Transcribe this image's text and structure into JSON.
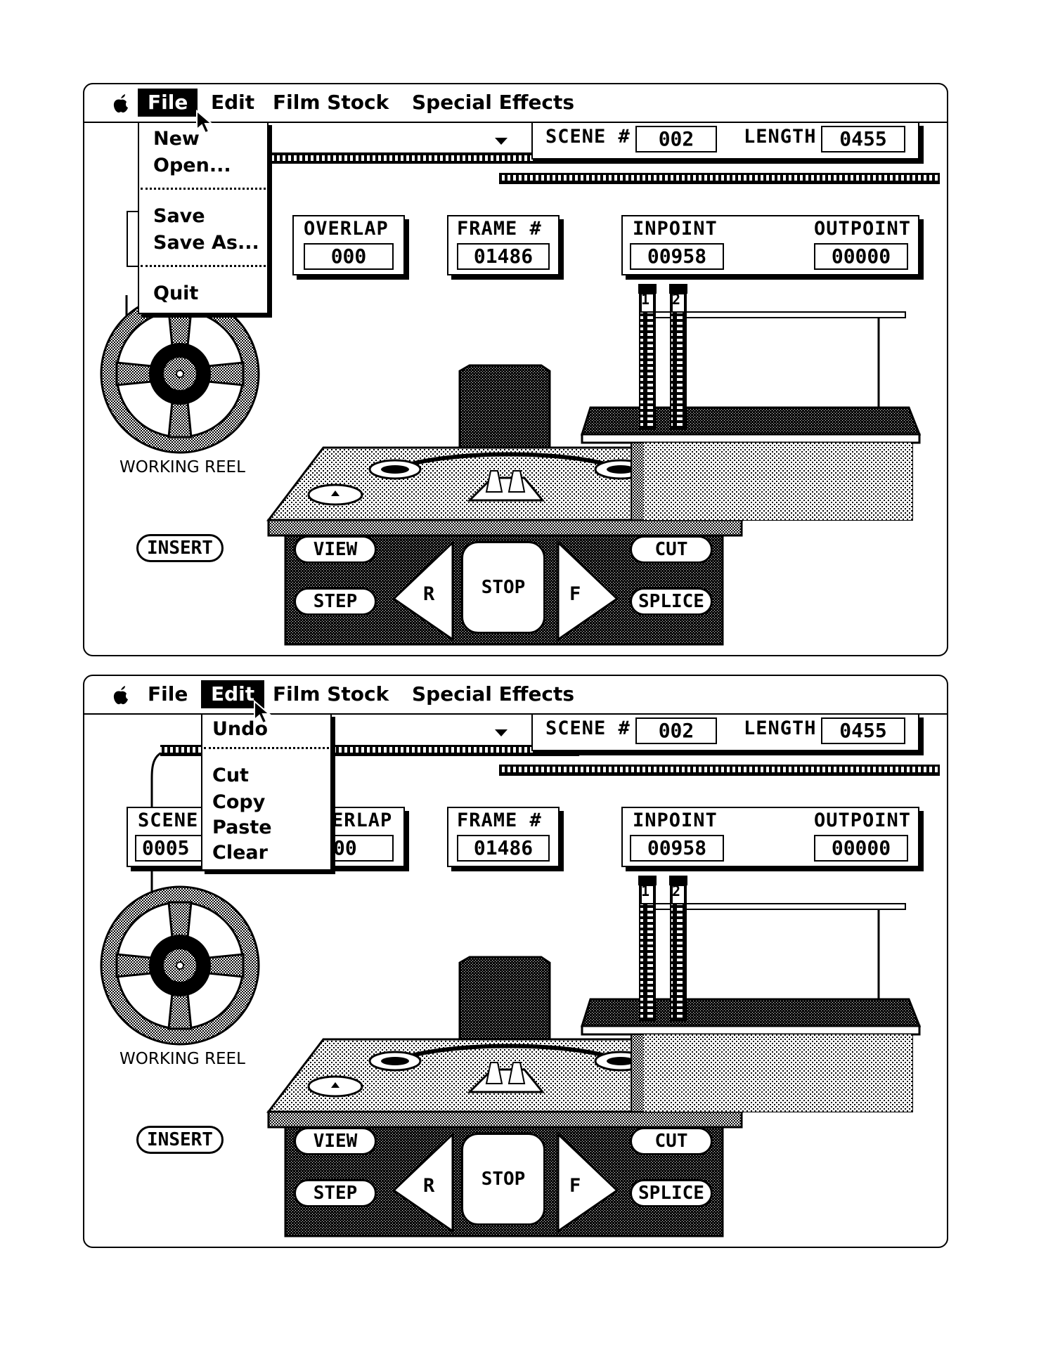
{
  "menubar": {
    "file": "File",
    "edit": "Edit",
    "film_stock": "Film Stock",
    "special_effects": "Special Effects"
  },
  "file_menu": {
    "new": "New",
    "open": "Open...",
    "save": "Save",
    "save_as": "Save As...",
    "quit": "Quit"
  },
  "edit_menu": {
    "undo": "Undo",
    "cut": "Cut",
    "copy": "Copy",
    "paste": "Paste",
    "clear": "Clear"
  },
  "scene": {
    "label": "SCENE #",
    "value": "002"
  },
  "length": {
    "label": "LENGTH",
    "value": "0455"
  },
  "overlap": {
    "label": "OVERLAP",
    "value": "000",
    "label_partial": "ERLAP",
    "value_partial": "00"
  },
  "frame": {
    "label": "FRAME #",
    "value": "01486"
  },
  "inpoint": {
    "label": "INPOINT",
    "value": "00958"
  },
  "outpoint": {
    "label": "OUTPOINT",
    "value": "00000"
  },
  "scene_left": {
    "label_partial": "SCENE",
    "value_partial": "0005"
  },
  "bins": {
    "bin1": "1",
    "bin2": "2"
  },
  "reel_label": "WORKING REEL",
  "controls": {
    "insert": "INSERT",
    "view": "VIEW",
    "step": "STEP",
    "rewind": "R",
    "stop": "STOP",
    "forward": "F",
    "cut": "CUT",
    "splice": "SPLICE"
  },
  "colors": {
    "foreground": "#000000",
    "background": "#ffffff",
    "dither": "#8c8c8c"
  }
}
